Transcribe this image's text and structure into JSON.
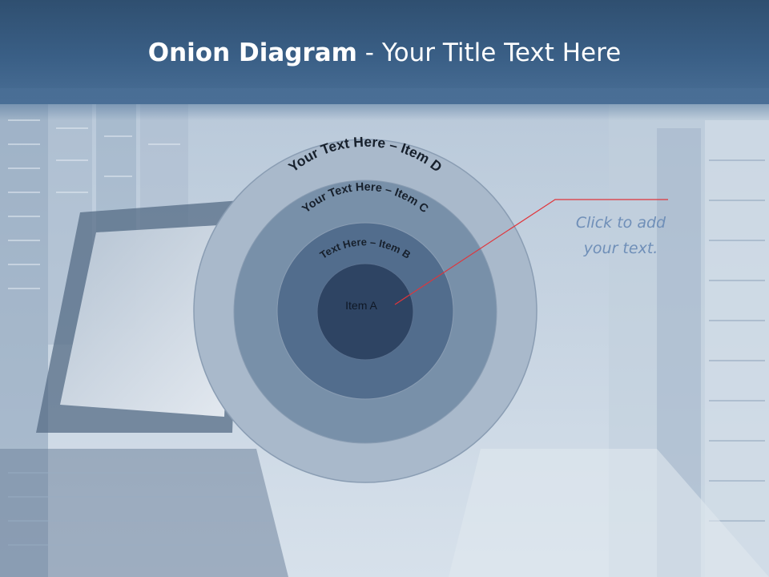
{
  "slide": {
    "title_bold": "Onion Diagram",
    "title_rest": " - Your Title Text Here"
  },
  "diagram": {
    "layers": [
      {
        "label": "Your Text Here – Item D",
        "color": "#a9b9cb"
      },
      {
        "label": "Your Text Here – Item C",
        "color": "#7890a9"
      },
      {
        "label": "Text Here – Item B",
        "color": "#526d8d"
      },
      {
        "label": "Item A",
        "color": "#2e4463"
      }
    ],
    "callout_line1": "Click  to add",
    "callout_line2": "your text.",
    "callout_line_color": "#e0353b"
  },
  "icons": {
    "background": "server-room-photo"
  }
}
